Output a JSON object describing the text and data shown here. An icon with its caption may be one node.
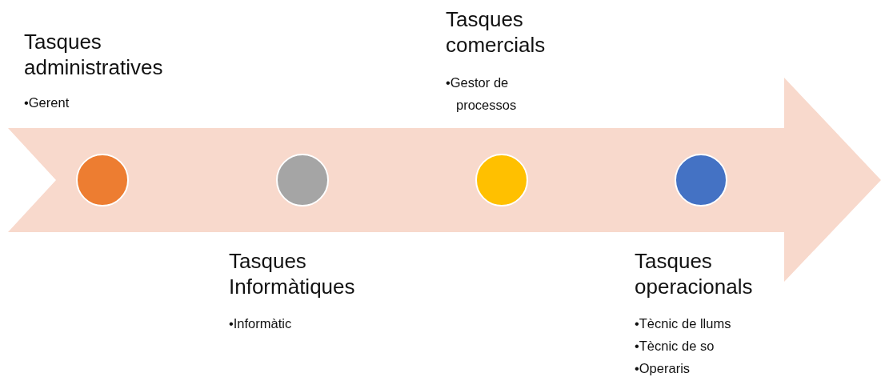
{
  "diagram": {
    "nodes": [
      {
        "text": [],
        "shape": "circle",
        "beside": [
          "Tasques administratives",
          "•Gerent"
        ]
      },
      {
        "text": [],
        "shape": "circle",
        "beside": [
          "Tasques Informàtiques",
          "•Informàtic"
        ]
      },
      {
        "text": [],
        "shape": "circle",
        "beside": [
          "Tasques comercials",
          "•Gestor de processos"
        ]
      },
      {
        "text": [],
        "shape": "circle",
        "beside": [
          "Tasques operacionals",
          "•Tècnic de llums",
          "•Tècnic de so",
          "•Operaris"
        ]
      }
    ]
  }
}
